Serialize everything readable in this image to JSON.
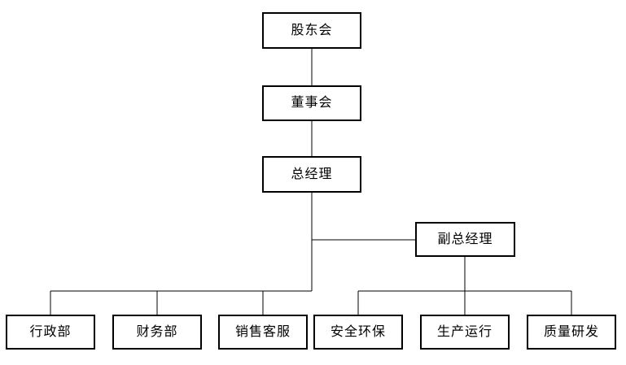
{
  "org_chart": {
    "type": "org-chart",
    "nodes": {
      "shareholders": {
        "label": "股东会"
      },
      "board": {
        "label": "董事会"
      },
      "general_manager": {
        "label": "总经理"
      },
      "deputy_general_manager": {
        "label": "副总经理"
      },
      "admin_dept": {
        "label": "行政部"
      },
      "finance_dept": {
        "label": "财务部"
      },
      "sales_service_dept": {
        "label": "销售客服"
      },
      "safety_env_dept": {
        "label": "安全环保"
      },
      "production_dept": {
        "label": "生产运行"
      },
      "quality_rd_dept": {
        "label": "质量研发"
      }
    },
    "edges": [
      {
        "from": "股东会",
        "to": "董事会"
      },
      {
        "from": "董事会",
        "to": "总经理"
      },
      {
        "from": "总经理",
        "to": "副总经理"
      },
      {
        "from": "总经理",
        "to": "行政部"
      },
      {
        "from": "总经理",
        "to": "财务部"
      },
      {
        "from": "总经理",
        "to": "销售客服"
      },
      {
        "from": "副总经理",
        "to": "安全环保"
      },
      {
        "from": "副总经理",
        "to": "生产运行"
      },
      {
        "from": "副总经理",
        "to": "质量研发"
      }
    ],
    "colors": {
      "background": "#ffffff",
      "box_border": "#000000",
      "connector": "#000000",
      "text": "#000000"
    }
  }
}
